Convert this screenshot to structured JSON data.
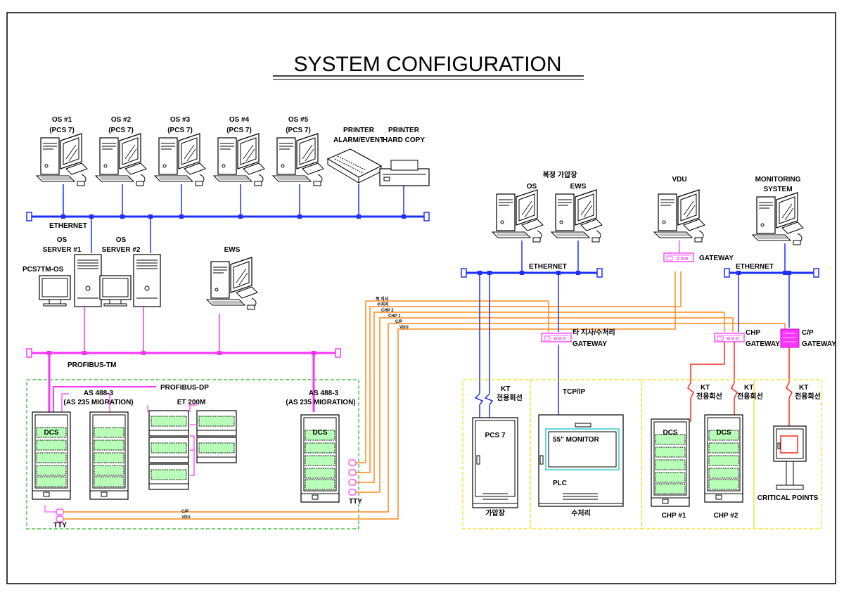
{
  "title": "SYSTEM CONFIGURATION",
  "colors": {
    "ethernet": "#1f2fff",
    "profibus": "#ff33ff",
    "serial": "#ff8a1f",
    "kt_line": "#ff2a1a",
    "green_box": "#22bb22",
    "yellow_box": "#f0e010",
    "rack_fill": "#b8ffb8",
    "monitor_frame": "#33cccc"
  },
  "os_stations": [
    {
      "name": "OS #1",
      "sub": "(PCS 7)"
    },
    {
      "name": "OS #2",
      "sub": "(PCS 7)"
    },
    {
      "name": "OS #3",
      "sub": "(PCS 7)"
    },
    {
      "name": "OS #4",
      "sub": "(PCS 7)"
    },
    {
      "name": "OS #5",
      "sub": "(PCS 7)"
    }
  ],
  "printers": [
    {
      "line1": "PRINTER",
      "line2": "ALARM/EVENT"
    },
    {
      "line1": "PRINTER",
      "line2": "HARD COPY"
    }
  ],
  "left": {
    "ethernet": "ETHERNET",
    "server1": {
      "line1": "OS",
      "line2": "SERVER #1"
    },
    "server2": {
      "line1": "OS",
      "line2": "SERVER #2"
    },
    "pcs7tm": "PCS7TM-OS",
    "ews": "EWS",
    "profibus_tm": "PROFIBUS-TM",
    "profibus_dp": "PROFIBUS-DP",
    "as_left": {
      "line1": "AS 488-3",
      "line2": "(AS 235 MIGRATION)"
    },
    "et200m": "ET 200M",
    "as_right": {
      "line1": "AS 488-3",
      "line2": "(AS 235 MIGRATION)"
    },
    "dcs": "DCS",
    "tty": "TTY",
    "cp": "C/P",
    "vdu": "VDU"
  },
  "serial_labels": [
    "복 지사",
    "수처리",
    "CHP 2",
    "CHP 1",
    "C/P",
    "VDU"
  ],
  "right": {
    "site_label": "복정 가압장",
    "os": "OS",
    "ews": "EWS",
    "ethernet": "ETHERNET",
    "vdu": "VDU",
    "gateway": "GATEWAY",
    "monitoring": {
      "line1": "MONITORING",
      "line2": "SYSTEM"
    },
    "ethernet2": "ETHERNET",
    "branch_gateway": {
      "line1": "타 지사/수처리",
      "line2": "GATEWAY"
    },
    "chp_gateway": {
      "line1": "CHP",
      "line2": "GATEWAY"
    },
    "cp_gateway": {
      "line1": "C/P",
      "line2": "GATEWAY"
    },
    "kt": "KT",
    "kt_line": "전용회선",
    "tcpip": "TCP/IP",
    "pcs7": "PCS 7",
    "monitor": "55\" MONITOR",
    "plc": "PLC",
    "pressure_station": "가압장",
    "water_treatment": "수처리",
    "dcs": "DCS",
    "chp1": "CHP #1",
    "chp2": "CHP #2",
    "critical": "CRITICAL POINTS"
  }
}
